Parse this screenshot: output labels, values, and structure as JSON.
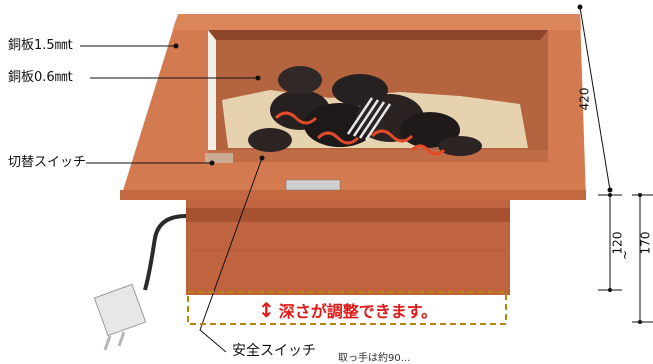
{
  "labels": {
    "copper_outer": "銅板1.5㎜t",
    "copper_inner": "銅板0.6㎜t",
    "switch": "切替スイッチ",
    "safety_switch": "安全スイッチ"
  },
  "dimensions": {
    "width": "420",
    "height_min": "120",
    "tilde": "~",
    "height_max": "170"
  },
  "callout": {
    "text": "深さが調整できます。",
    "arrow_icon": "up-down-arrow-icon"
  },
  "partial_note": "取っ手は約90..."
}
